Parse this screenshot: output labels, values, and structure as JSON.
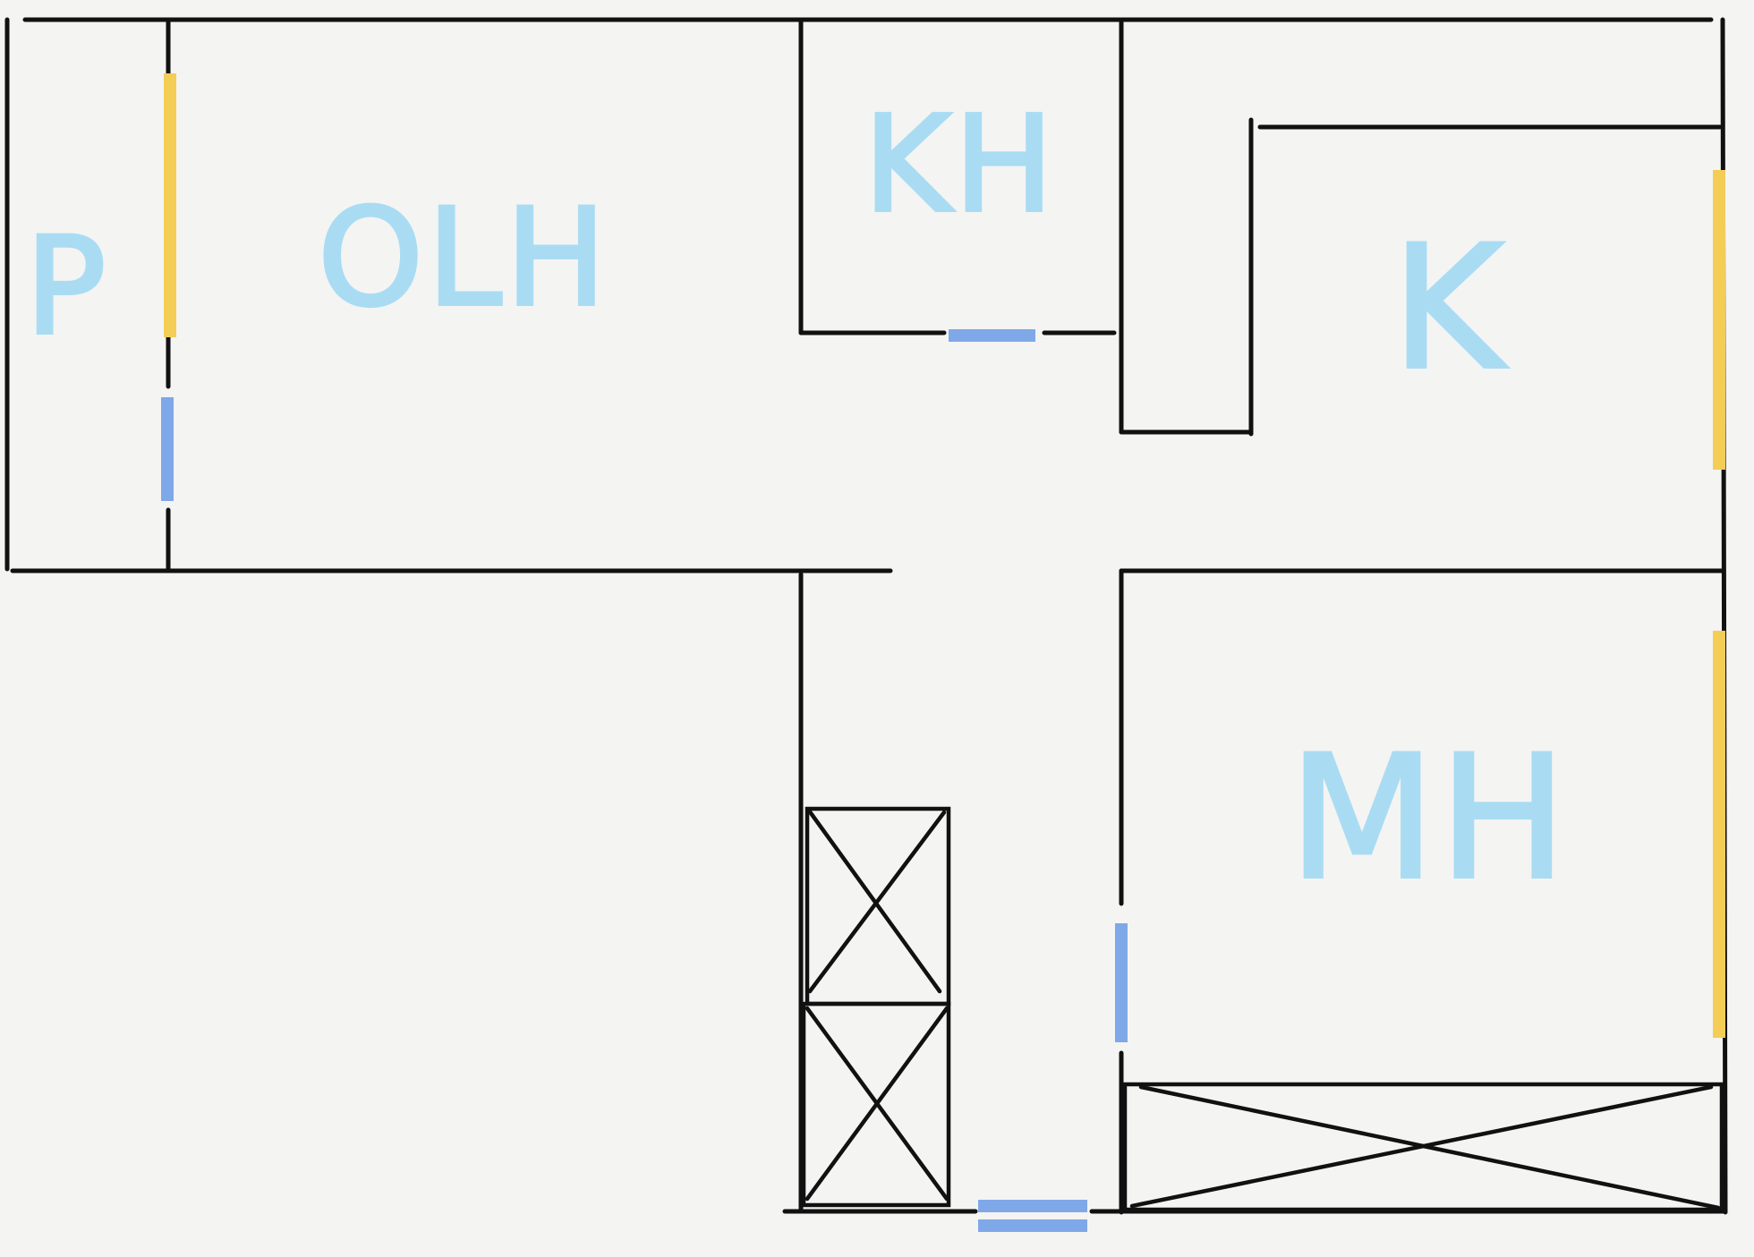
{
  "rooms": {
    "p": "P",
    "olh": "OLH",
    "kh": "KH",
    "k": "K",
    "mh": "MH"
  },
  "colors": {
    "wall": "#111111",
    "door": "#7fa8e8",
    "window": "#f3cd55",
    "label": "#a9dcf3",
    "background": "#f4f4f3"
  }
}
